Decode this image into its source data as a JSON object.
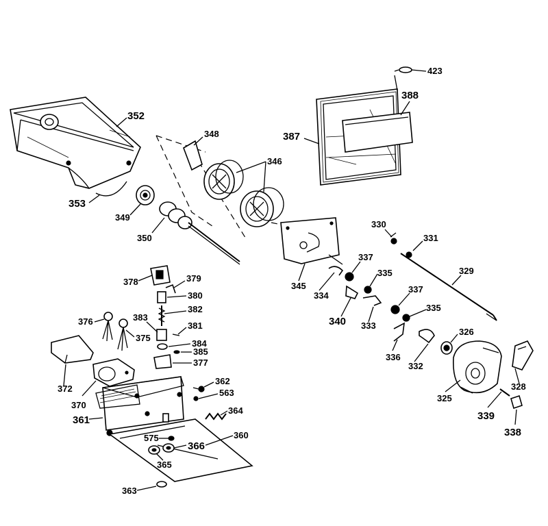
{
  "labels": {
    "p423": "423",
    "p388": "388",
    "p387": "387",
    "p352": "352",
    "p348": "348",
    "p346": "346",
    "p353": "353",
    "p349": "349",
    "p350": "350",
    "p330": "330",
    "p331": "331",
    "p345": "345",
    "p337a": "337",
    "p335a": "335",
    "p329": "329",
    "p334": "334",
    "p340": "340",
    "p333": "333",
    "p337b": "337",
    "p335b": "335",
    "p326": "326",
    "p336": "336",
    "p332": "332",
    "p325": "325",
    "p328": "328",
    "p339": "339",
    "p338": "338",
    "p378": "378",
    "p379": "379",
    "p380": "380",
    "p382": "382",
    "p376": "376",
    "p383": "383",
    "p381": "381",
    "p375": "375",
    "p384": "384",
    "p385": "385",
    "p377": "377",
    "p372": "372",
    "p370": "370",
    "p362": "362",
    "p563": "563",
    "p361": "361",
    "p364": "364",
    "p575": "575",
    "p366": "366",
    "p360": "360",
    "p365": "365",
    "p363": "363"
  }
}
